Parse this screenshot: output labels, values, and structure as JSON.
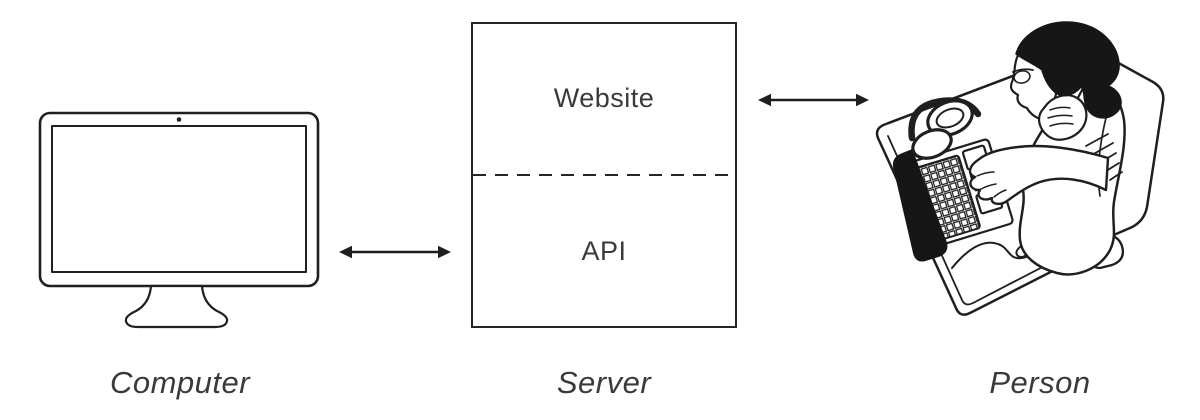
{
  "nodes": {
    "computer": {
      "caption": "Computer",
      "icon": "desktop-monitor-icon"
    },
    "server": {
      "caption": "Server",
      "sections": [
        {
          "label": "Website"
        },
        {
          "label": "API"
        }
      ]
    },
    "person": {
      "caption": "Person",
      "icon": "person-at-desk-icon"
    }
  },
  "connections": [
    {
      "from": "computer",
      "to": "server",
      "style": "bidirectional-arrow"
    },
    {
      "from": "server",
      "to": "person",
      "style": "bidirectional-arrow"
    }
  ],
  "colors": {
    "line": "#1f1f1f",
    "text": "#3a3a3a",
    "dark_fill": "#161616",
    "background": "#ffffff"
  }
}
